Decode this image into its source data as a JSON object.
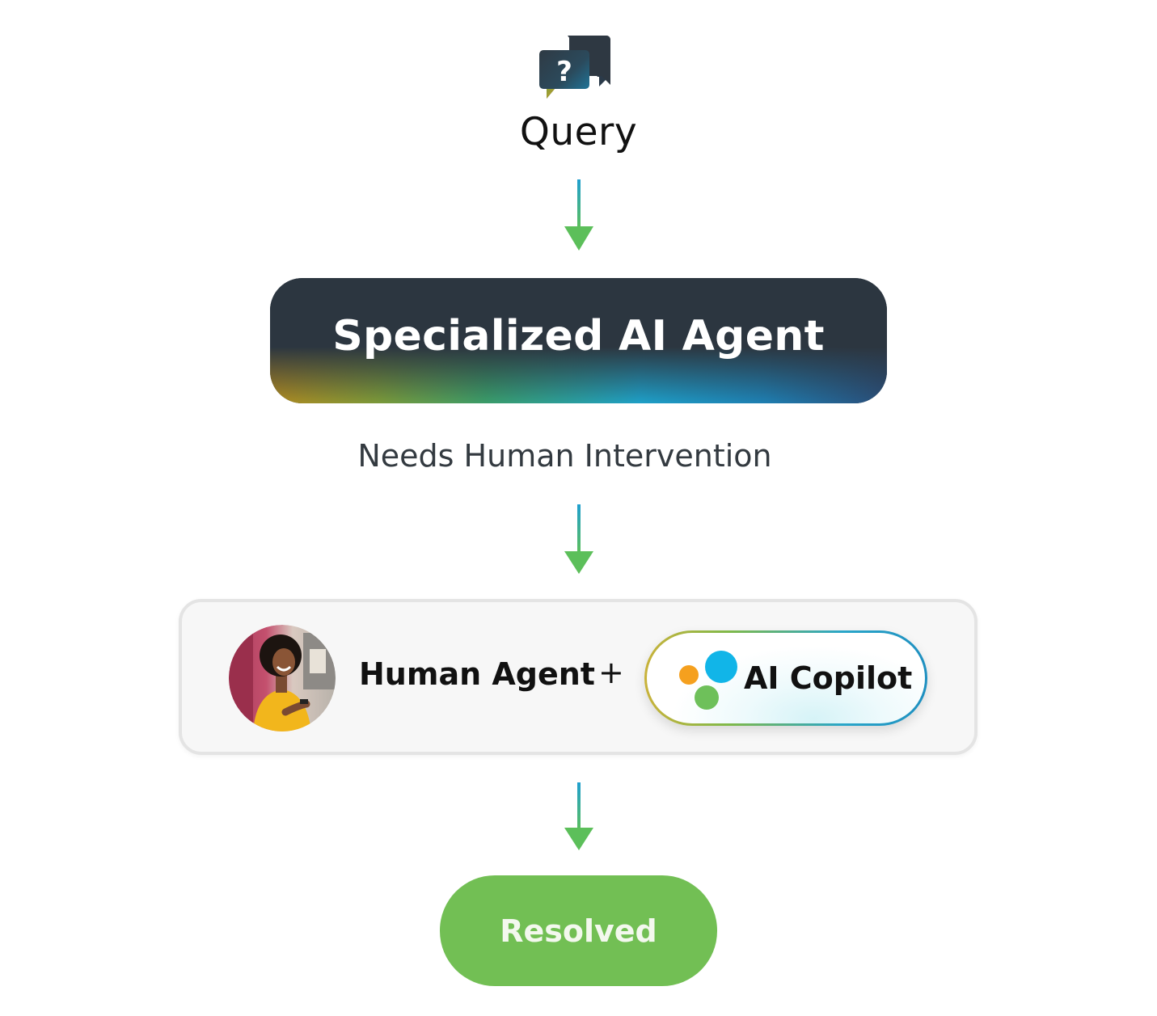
{
  "query": {
    "icon": "question-chat-icon",
    "label": "Query"
  },
  "ai_agent": {
    "label": "Specialized AI Agent"
  },
  "intervention": {
    "label": "Needs Human Intervention"
  },
  "collaboration": {
    "human_agent_label": "Human Agent",
    "plus": "+",
    "copilot_label": "AI Copilot",
    "avatar_icon": "person-avatar",
    "copilot_icon": "copilot-dots-icon"
  },
  "resolved": {
    "label": "Resolved"
  },
  "colors": {
    "ai_agent_bg": "#2c3640",
    "arrow_top": "#1e9fd0",
    "arrow_bottom": "#5cbf5a",
    "resolved_bg": "#72bf54",
    "dot_orange": "#f5a01e",
    "dot_blue": "#11b5e8",
    "dot_green": "#6ec05a"
  }
}
